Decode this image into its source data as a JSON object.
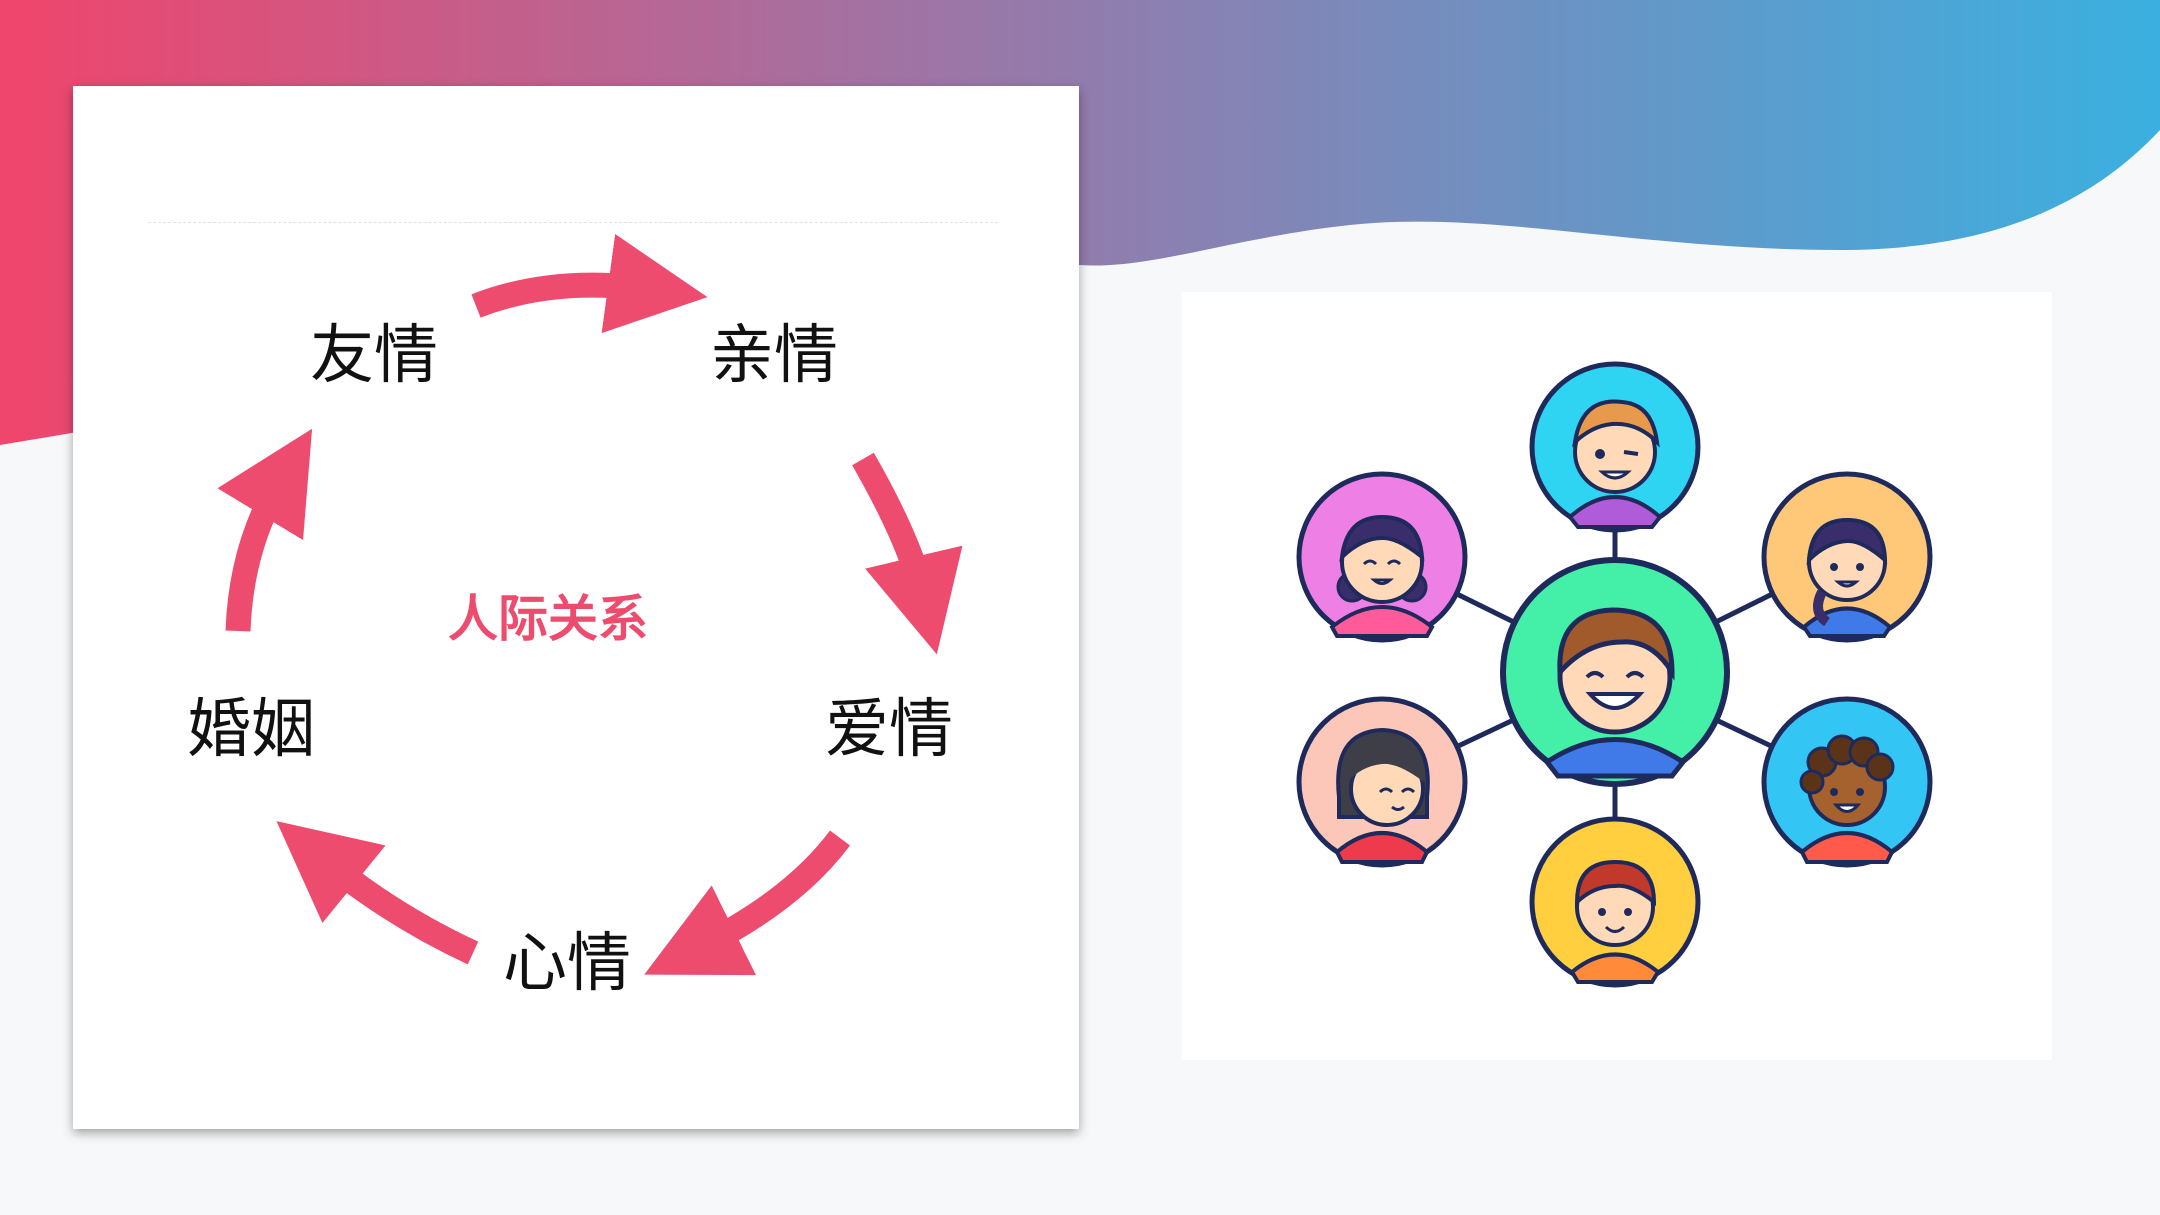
{
  "diagram": {
    "center_title": "人际关系",
    "nodes": [
      {
        "id": "friendship",
        "label": "友情"
      },
      {
        "id": "family",
        "label": "亲情"
      },
      {
        "id": "love",
        "label": "爱情"
      },
      {
        "id": "mood",
        "label": "心情"
      },
      {
        "id": "marriage",
        "label": "婚姻"
      }
    ]
  },
  "colors": {
    "accent": "#ee4c6e",
    "gradient_start": "#f0456c",
    "gradient_end": "#3ab0e0",
    "illustration_outline": "#1e2a5c"
  },
  "illustration": {
    "icon": "social-network-people-icon",
    "avatars": [
      "boy-cyan",
      "girl-pink",
      "girl-orange",
      "center-boy-green",
      "girl-salmon",
      "boy-blue-curly",
      "boy-yellow"
    ]
  }
}
